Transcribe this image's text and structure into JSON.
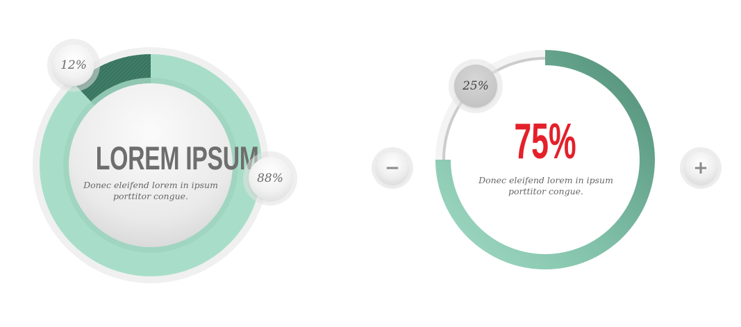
{
  "left_chart": {
    "title": "LOREM IPSUM",
    "description": "Donec eleifend lorem in ipsum porttitor congue.",
    "segments": [
      {
        "label": "12%",
        "value": 12,
        "color": "#3f7d68"
      },
      {
        "label": "88%",
        "value": 88,
        "color": "#a8dec9"
      }
    ]
  },
  "right_chart": {
    "value_label": "75%",
    "description": "Donec eleifend lorem in ipsum porttitor congue.",
    "progress": 75,
    "remaining_label": "25%",
    "colors": {
      "arc_start": "#4e8a74",
      "arc_end": "#a3dcc6",
      "track": "#cccccc",
      "value_text": "#e4202b"
    }
  },
  "controls": {
    "decrease_symbol": "−",
    "increase_symbol": "+"
  }
}
